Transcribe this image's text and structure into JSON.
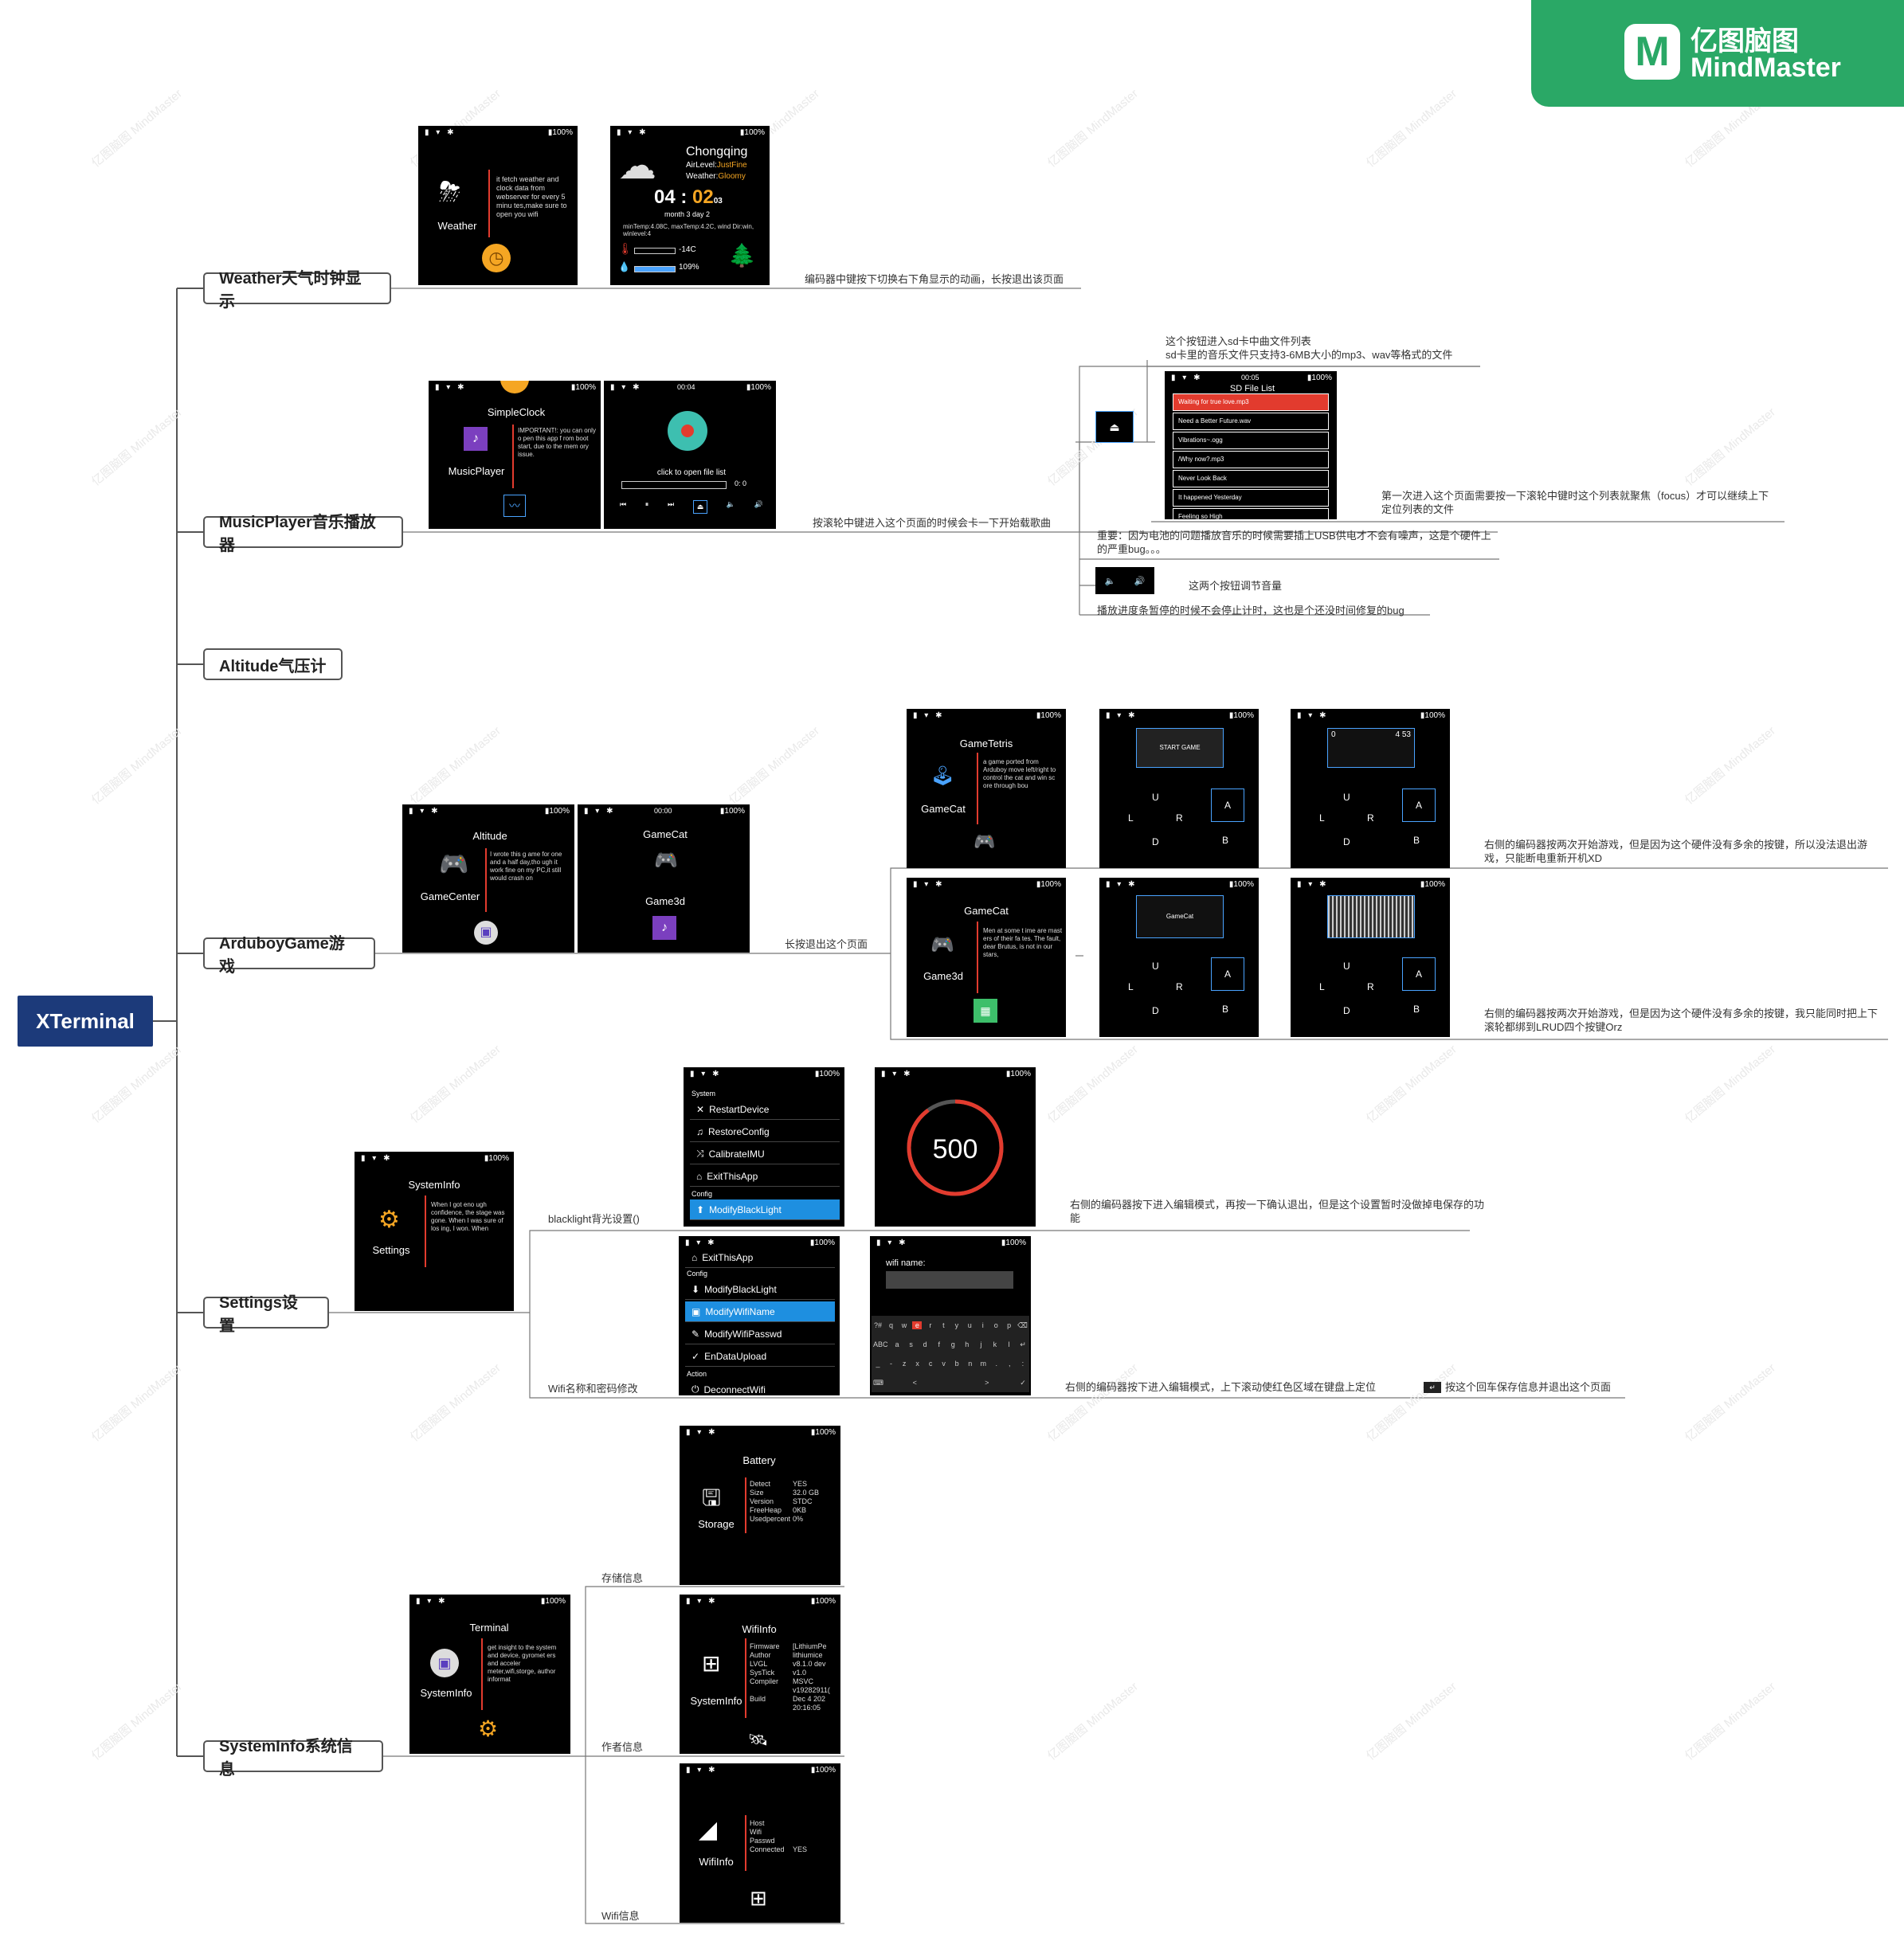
{
  "brand": {
    "line1": "亿图脑图",
    "line2": "MindMaster",
    "logo": "M"
  },
  "root": {
    "label": "XTerminal"
  },
  "topics": {
    "weather": "Weather天气时钟显示",
    "music": "MusicPlayer音乐播放器",
    "altitude": "Altitude气压计",
    "game": "ArduboyGame游戏",
    "settings": "Settings设置",
    "sysinfo": "SystemInfo系统信息"
  },
  "notes": {
    "weather": "编码器中键按下切换右下角显示的动画，长按退出该页面",
    "music_main": "按滚轮中键进入这个页面的时候会卡一下开始载歌曲",
    "music_list_a": "这个按钮进入sd卡中曲文件列表",
    "music_list_b": "sd卡里的音乐文件只支持3-6MB大小的mp3、wav等格式的文件",
    "music_focus": "第一次进入这个页面需要按一下滚轮中键时这个列表就聚焦（focus）才可以继续上下定位列表的文件",
    "music_bug": "重要：因为电池的问题播放音乐的时候需要插上USB供电才不会有噪声，这是个硬件上的严重bug。。。",
    "music_vol": "这两个按钮调节音量",
    "music_progress": "播放进度条暂停的时候不会停止计时，这也是个还没时间修复的bug",
    "game_exit": "长按退出这个页面",
    "game_row1": "右侧的编码器按两次开始游戏，但是因为这个硬件没有多余的按键，所以没法退出游戏，只能断电重新开机XD",
    "game_row2": "右侧的编码器按两次开始游戏，但是因为这个硬件没有多余的按键，我只能同时把上下滚轮都绑到LRUD四个按键Orz",
    "settings_backlight": "blacklight背光设置()",
    "settings_backlight_note": "右侧的编码器按下进入编辑模式，再按一下确认退出，但是这个设置暂时没做掉电保存的功能",
    "settings_wifi": "Wifi名称和密码修改",
    "settings_wifi_note": "右侧的编码器按下进入编辑模式，上下滚动使红色区域在键盘上定位",
    "settings_wifi_note2": "按这个回车保存信息并退出这个页面",
    "sys_storage": "存储信息",
    "sys_author": "作者信息",
    "sys_wifi": "Wifi信息"
  },
  "watermark": "亿图脑图 MindMaster",
  "status": {
    "left": "▮ ▾ ✱",
    "right": "▮100%"
  },
  "screens": {
    "weather1": {
      "title": "Weather",
      "desc": "it fetch weather and clock data from webserver for every 5 minu tes,make sure to open you wifi"
    },
    "weather2": {
      "city": "Chongqing",
      "air_label": "AirLevel:",
      "air": "JustFine",
      "weather_label": "Weather:",
      "weather": "Gloomy",
      "hour": "04",
      "colon": ":",
      "minute": "02",
      "sec": "03",
      "date": "month 3 day 2",
      "detail": "minTemp:4.08C, maxTemp:4.2C, wind Dir:win, winlevel:4",
      "temp": "-14C",
      "humidity": "109%"
    },
    "music1": {
      "top": "SimpleClock",
      "title": "MusicPlayer",
      "desc": "IMPORTANT!: you can only o pen this app f rom boot start, due to the mem ory issue."
    },
    "music2": {
      "time": "00:04",
      "hint": "click to open file list",
      "pos": "0: 0"
    },
    "sdlist": {
      "time": "00:05",
      "title": "SD File List",
      "files": [
        "Waiting for true love.mp3",
        "Need a Better Future.wav",
        "Vibrations~.ogg",
        "/Why now?.mp3",
        "Never Look Back",
        "It happened Yesterday",
        "Feeling so High"
      ]
    },
    "game1": {
      "top": "Altitude",
      "title": "GameCenter",
      "desc": "I wrote this g ame for one and a half day,tho ugh it work fine on my PC,it still would crash on"
    },
    "game2": {
      "time": "00:00",
      "top": "GameCat",
      "title": "Game3d"
    },
    "tetris": {
      "top": "GameTetris",
      "title": "GameCat",
      "desc": "a game ported from Arduboy move left/right to control the cat and win sc ore through bou"
    },
    "game3d": {
      "top": "GameCat",
      "title": "Game3d",
      "desc": "Men at some t ime are mast ers of their fa tes. The fault, dear Brutus, is not in our stars,"
    },
    "pad": {
      "u": "U",
      "l": "L",
      "r": "R",
      "d": "D",
      "a": "A",
      "b": "B"
    },
    "gamecat_screen": {
      "text": "START GAME"
    },
    "tetris_screen": {
      "score_l": "0",
      "score_r": "4 53"
    },
    "cat_screen": {
      "text": "GameCat"
    },
    "settings1": {
      "title": "SystemInfo",
      "sub": "Settings",
      "desc": "When I got eno ugh confidence, the stage was gone. When I was sure of los ing, I won. When"
    },
    "sysmenu": {
      "section1": "System",
      "items": [
        "RestartDevice",
        "RestoreConfig",
        "CalibrateIMU",
        "ExitThisApp"
      ],
      "section2": "Config",
      "selected": "ModifyBlackLight"
    },
    "gauge": {
      "value": "500",
      "progress": 0.9
    },
    "wifimenu": {
      "item0": "ExitThisApp",
      "section": "Config",
      "items": [
        "ModifyBlackLight",
        "ModifyWifiName",
        "ModifyWifiPasswd",
        "EnDataUpload"
      ],
      "selected_index": 1,
      "section2": "Action",
      "last": "DeconnectWifi"
    },
    "keyboard": {
      "label": "wifi name:",
      "row1": [
        "?#",
        "q",
        "w",
        "e",
        "r",
        "t",
        "y",
        "u",
        "i",
        "o",
        "p",
        "⌫"
      ],
      "row2": [
        "ABC",
        "a",
        "s",
        "d",
        "f",
        "g",
        "h",
        "j",
        "k",
        "l",
        "↵"
      ],
      "row3": [
        "_",
        "-",
        "z",
        "x",
        "c",
        "v",
        "b",
        "n",
        "m",
        ".",
        ",",
        ":"
      ],
      "row4": [
        "⌨",
        "<",
        " ",
        ">",
        "✓"
      ]
    },
    "sys1": {
      "top": "",
      "title": "Terminal",
      "sub": "SystemInfo",
      "desc": "get insight to the system and device, gyromet ers and acceler meter,wifi,storge, author informat"
    },
    "storage": {
      "top": "Battery",
      "title": "Storage",
      "keys": [
        "Detect",
        "Size",
        "Version",
        "FreeHeap",
        "Usedpercent"
      ],
      "vals": [
        "YES",
        "32.0 GB",
        "STDC",
        "0KB",
        "0%"
      ]
    },
    "wifiinfo": {
      "top": "WifiInfo",
      "title": "SystemInfo",
      "keys": [
        "Firmware",
        "Author",
        "LVGL",
        "SysTick",
        "Compiler",
        "",
        "Build"
      ],
      "vals": [
        "[LithiumPe",
        "lithiumice",
        "v8.1.0 dev",
        "v1.0",
        "MSVC",
        "v19282911(",
        "Dec 4 202",
        "20:16:05"
      ]
    },
    "wifiinfo2": {
      "title": "WifiInfo",
      "keys": [
        "Host",
        "Wifi",
        "Passwd",
        "Connected"
      ],
      "vals": [
        "",
        "",
        "",
        "YES"
      ]
    }
  }
}
